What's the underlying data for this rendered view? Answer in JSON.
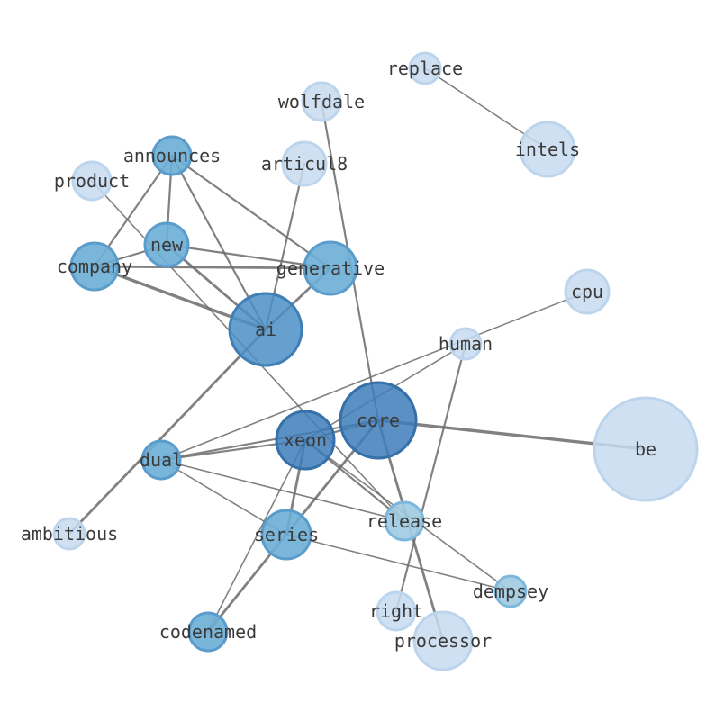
{
  "graph": {
    "nodes": [
      {
        "id": "replace",
        "label": "replace",
        "level": 0
      },
      {
        "id": "wolfdale",
        "label": "wolfdale",
        "level": 0
      },
      {
        "id": "intels",
        "label": "intels",
        "level": 0
      },
      {
        "id": "announces",
        "label": "announces",
        "level": 2
      },
      {
        "id": "articul8",
        "label": "articul8",
        "level": 0
      },
      {
        "id": "product",
        "label": "product",
        "level": 0
      },
      {
        "id": "new",
        "label": "new",
        "level": 2
      },
      {
        "id": "company",
        "label": "company",
        "level": 2
      },
      {
        "id": "generative",
        "label": "generative",
        "level": 2
      },
      {
        "id": "cpu",
        "label": "cpu",
        "level": 0
      },
      {
        "id": "ai",
        "label": "ai",
        "level": 3
      },
      {
        "id": "human",
        "label": "human",
        "level": 0
      },
      {
        "id": "core",
        "label": "core",
        "level": 4
      },
      {
        "id": "xeon",
        "label": "xeon",
        "level": 4
      },
      {
        "id": "be",
        "label": "be",
        "level": 0
      },
      {
        "id": "dual",
        "label": "dual",
        "level": 2
      },
      {
        "id": "ambitious",
        "label": "ambitious",
        "level": 0
      },
      {
        "id": "release",
        "label": "release",
        "level": 1
      },
      {
        "id": "series",
        "label": "series",
        "level": 2
      },
      {
        "id": "dempsey",
        "label": "dempsey",
        "level": 1
      },
      {
        "id": "right",
        "label": "right",
        "level": 0
      },
      {
        "id": "processor",
        "label": "processor",
        "level": 0
      },
      {
        "id": "codenamed",
        "label": "codenamed",
        "level": 2
      }
    ],
    "edges": [
      {
        "source": "replace",
        "target": "intels",
        "weight": 1
      },
      {
        "source": "wolfdale",
        "target": "core",
        "weight": 2
      },
      {
        "source": "announces",
        "target": "new",
        "weight": 2
      },
      {
        "source": "announces",
        "target": "company",
        "weight": 2
      },
      {
        "source": "announces",
        "target": "generative",
        "weight": 2
      },
      {
        "source": "announces",
        "target": "ai",
        "weight": 2
      },
      {
        "source": "new",
        "target": "company",
        "weight": 2
      },
      {
        "source": "new",
        "target": "generative",
        "weight": 2
      },
      {
        "source": "new",
        "target": "ai",
        "weight": 3
      },
      {
        "source": "company",
        "target": "generative",
        "weight": 3
      },
      {
        "source": "company",
        "target": "ai",
        "weight": 4
      },
      {
        "source": "generative",
        "target": "ai",
        "weight": 3
      },
      {
        "source": "articul8",
        "target": "ai",
        "weight": 2
      },
      {
        "source": "product",
        "target": "release",
        "weight": 1
      },
      {
        "source": "ai",
        "target": "ambitious",
        "weight": 3
      },
      {
        "source": "cpu",
        "target": "dual",
        "weight": 1
      },
      {
        "source": "human",
        "target": "xeon",
        "weight": 1
      },
      {
        "source": "human",
        "target": "right",
        "weight": 2
      },
      {
        "source": "core",
        "target": "be",
        "weight": 4
      },
      {
        "source": "core",
        "target": "dual",
        "weight": 2
      },
      {
        "source": "core",
        "target": "codenamed",
        "weight": 3
      },
      {
        "source": "core",
        "target": "processor",
        "weight": 3
      },
      {
        "source": "core",
        "target": "xeon",
        "weight": 2
      },
      {
        "source": "xeon",
        "target": "dual",
        "weight": 2
      },
      {
        "source": "xeon",
        "target": "series",
        "weight": 3
      },
      {
        "source": "xeon",
        "target": "codenamed",
        "weight": 1
      },
      {
        "source": "xeon",
        "target": "release",
        "weight": 2
      },
      {
        "source": "xeon",
        "target": "dempsey",
        "weight": 1
      },
      {
        "source": "dual",
        "target": "release",
        "weight": 1
      },
      {
        "source": "dual",
        "target": "series",
        "weight": 1
      },
      {
        "source": "series",
        "target": "dempsey",
        "weight": 1
      }
    ],
    "colors": {
      "level0": "#c6dbef",
      "level1": "#9ecae1",
      "level2": "#6baed6",
      "level3": "#4a8fc6",
      "level4": "#3d7cb8",
      "edge": "#6b6b6b",
      "label": "#3a3a3a"
    }
  }
}
